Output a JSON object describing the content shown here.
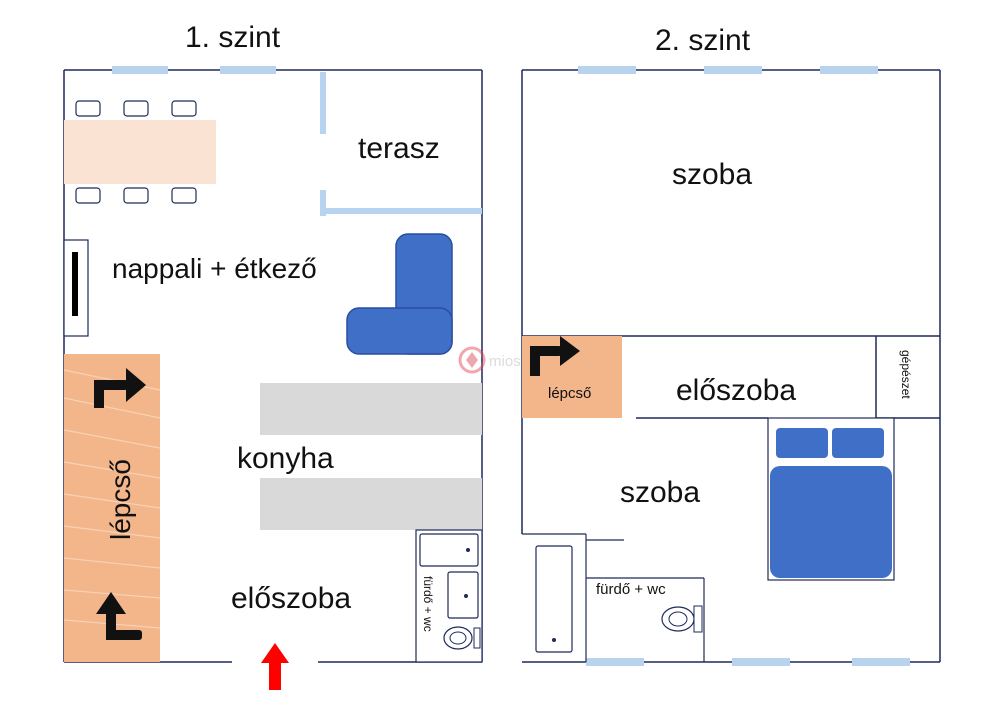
{
  "floors": {
    "floor1": {
      "title": "1.  szint",
      "rooms": {
        "terrace": "terasz",
        "living_dining": "nappali + étkező",
        "kitchen": "konyha",
        "hall": "előszoba",
        "stairs": "lépcső",
        "bathroom": "fürdő + wc"
      }
    },
    "floor2": {
      "title": "2.  szint",
      "rooms": {
        "room_top": "szoba",
        "hall": "előszoba",
        "stairs": "lépcső",
        "mechanical": "gépészet",
        "room_bottom": "szoba",
        "bathroom": "fürdő + wc"
      }
    }
  },
  "watermark": "mios",
  "colors": {
    "wall": "#1f2a5a",
    "window": "#b8d3ee",
    "stairs": "#f3b58a",
    "furniture_blue": "#3f6fc6",
    "counter": "#d9d9d9",
    "table": "#fbe3d3",
    "entrance_arrow": "#ff0000"
  }
}
